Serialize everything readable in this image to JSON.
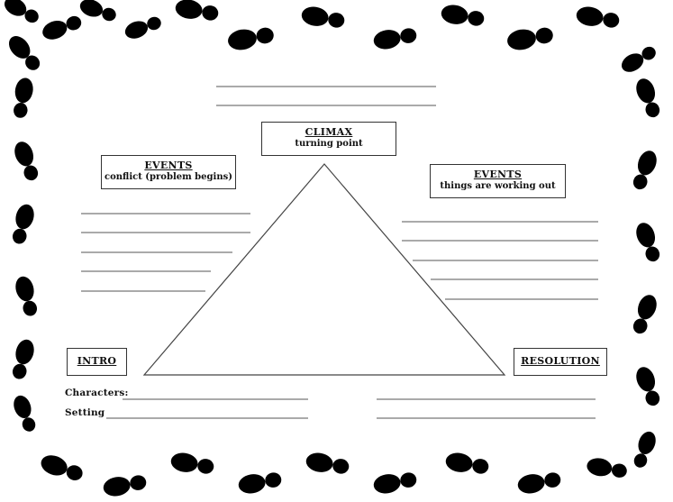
{
  "diagram": {
    "climax": {
      "heading": "CLIMAX",
      "subtitle": "turning point"
    },
    "rising_events": {
      "heading": "EVENTS",
      "subtitle": "conflict (problem begins)"
    },
    "falling_events": {
      "heading": "EVENTS",
      "subtitle": "things are working out"
    },
    "intro": {
      "heading": "INTRO"
    },
    "resolution": {
      "heading": "RESOLUTION"
    },
    "characters_label": "Characters:",
    "setting_label": "Setting"
  },
  "colors": {
    "background": "#ffffff",
    "ink": "#111111",
    "footprint": "#000000",
    "rule_line": "#555555"
  },
  "icons": [
    "footprint-icon"
  ]
}
